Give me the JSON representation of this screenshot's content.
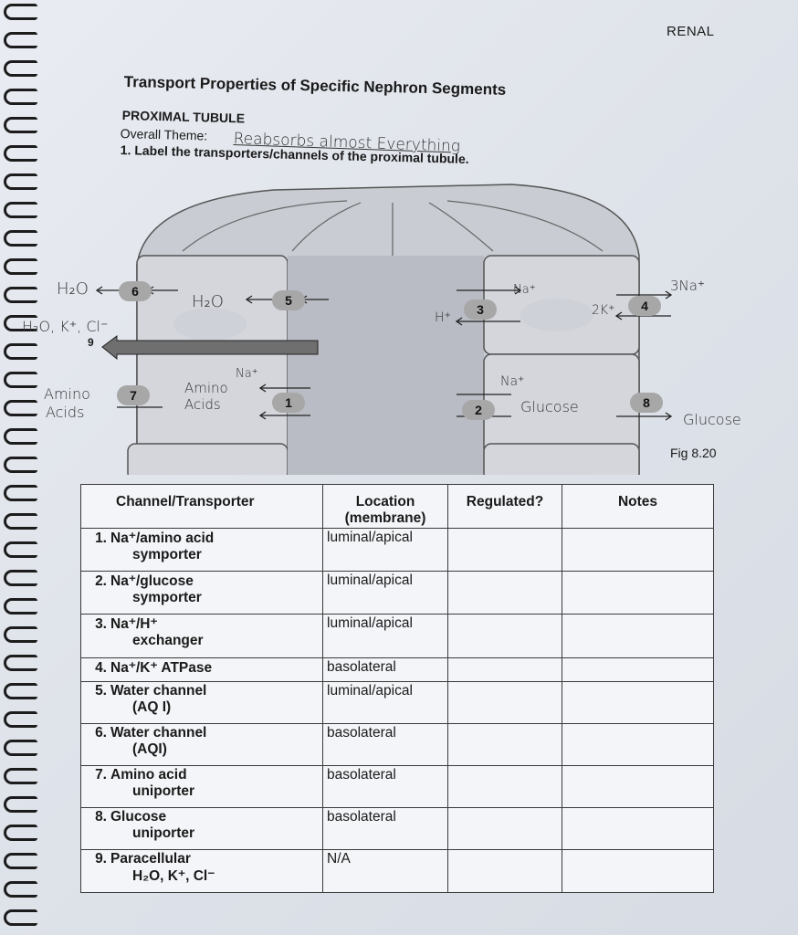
{
  "header": {
    "section": "RENAL",
    "title": "Transport Properties of Specific Nephron Segments",
    "segment": "PROXIMAL TUBULE",
    "theme_label": "Overall Theme:",
    "theme_answer": "Reabsorbs almost Everything",
    "instruction": "1. Label the transporters/channels of the proximal tubule.",
    "figure_label": "Fig 8.20"
  },
  "diagram": {
    "badges": [
      "1",
      "2",
      "3",
      "4",
      "5",
      "6",
      "7",
      "8"
    ],
    "para_badge": "9",
    "labels": {
      "h2o_left": "H₂O",
      "h2o_mid": "H₂O",
      "para": "H₂O, K⁺, Cl⁻",
      "amino_left_1": "Amino",
      "amino_left_2": "Acids",
      "amino_mid_1": "Amino",
      "amino_mid_2": "Acids",
      "na_1": "Na⁺",
      "na_2": "Na⁺",
      "na_3": "Na⁺",
      "h_plus": "H⁺",
      "k2": "2K⁺",
      "na3": "3Na⁺",
      "glucose_mid": "Glucose",
      "glucose_right": "Glucose"
    }
  },
  "table": {
    "headers": [
      "Channel/Transporter",
      "Location (membrane)",
      "Regulated?",
      "Notes"
    ],
    "rows": [
      {
        "num": "1.",
        "name1": "Na⁺/amino acid",
        "name2": "symporter",
        "location": "luminal/apical"
      },
      {
        "num": "2.",
        "name1": "Na⁺/glucose",
        "name2": "symporter",
        "location": "luminal/apical"
      },
      {
        "num": "3.",
        "name1": "Na⁺/H⁺",
        "name2": "exchanger",
        "location": "luminal/apical"
      },
      {
        "num": "4.",
        "name1": "Na⁺/K⁺ ATPase",
        "name2": "",
        "location": "basolateral"
      },
      {
        "num": "5.",
        "name1": "Water channel",
        "name2": "(AQ I)",
        "location": "luminal/apical"
      },
      {
        "num": "6.",
        "name1": "Water channel",
        "name2": "(AQI)",
        "location": "basolateral"
      },
      {
        "num": "7.",
        "name1": "Amino acid",
        "name2": "uniporter",
        "location": "basolateral"
      },
      {
        "num": "8.",
        "name1": "Glucose",
        "name2": "uniporter",
        "location": "basolateral"
      },
      {
        "num": "9.",
        "name1": "Paracellular",
        "name2": "H₂O, K⁺, Cl⁻",
        "location": "N/A"
      }
    ]
  }
}
